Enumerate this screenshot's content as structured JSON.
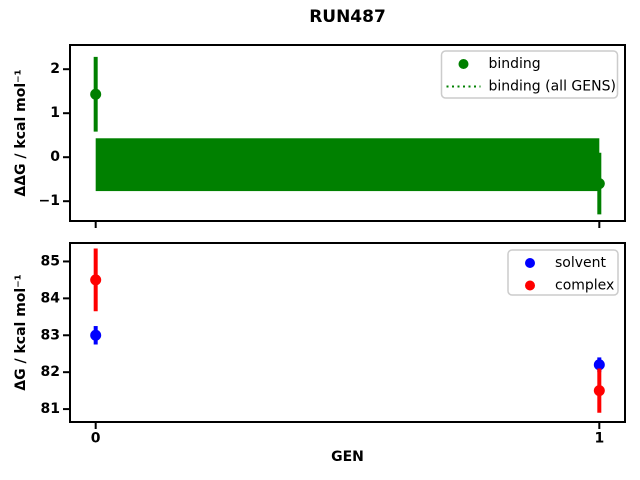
{
  "figure_title": "RUN487",
  "chart_data": [
    {
      "type": "scatter",
      "subplot": "top",
      "title": "RUN487",
      "xlabel": "",
      "ylabel": "ΔΔG / kcal mol⁻¹",
      "xlim": [
        -0.051,
        1.051
      ],
      "ylim": [
        -1.45,
        2.55
      ],
      "grid": false,
      "xticks": [
        0,
        1
      ],
      "xticklabels": [
        "0",
        "1"
      ],
      "xticklabels_visible": false,
      "yticks": [
        -1,
        0,
        1,
        2
      ],
      "yticklabels": [
        "−1",
        "0",
        "1",
        "2"
      ],
      "series": [
        {
          "name": "binding (all GENS)",
          "style": "band",
          "color": "#008000",
          "line_style": "dotted",
          "x_range": [
            0,
            1
          ],
          "y_low": -0.77,
          "y_high": 0.43,
          "y_center": -0.17
        },
        {
          "name": "binding",
          "style": "errorbar-scatter",
          "color": "#008000",
          "x": [
            0,
            1
          ],
          "y": [
            1.43,
            -0.6
          ],
          "yerr": [
            0.85,
            0.7
          ]
        }
      ],
      "legend": {
        "position": "upper right",
        "entries": [
          {
            "label": "binding",
            "marker": "dot",
            "color": "#008000"
          },
          {
            "label": "binding (all GENS)",
            "marker": "dotted-line",
            "color": "#008000"
          }
        ]
      }
    },
    {
      "type": "scatter",
      "subplot": "bottom",
      "title": "",
      "xlabel": "GEN",
      "ylabel": "ΔG / kcal mol⁻¹",
      "xlim": [
        -0.051,
        1.051
      ],
      "ylim": [
        80.65,
        85.5
      ],
      "grid": false,
      "xticks": [
        0,
        1
      ],
      "xticklabels": [
        "0",
        "1"
      ],
      "xticklabels_visible": true,
      "yticks": [
        81,
        82,
        83,
        84,
        85
      ],
      "yticklabels": [
        "81",
        "82",
        "83",
        "84",
        "85"
      ],
      "series": [
        {
          "name": "solvent",
          "style": "errorbar-scatter",
          "color": "#0000ff",
          "x": [
            0,
            1
          ],
          "y": [
            83.0,
            82.2
          ],
          "yerr": [
            0.25,
            0.2
          ]
        },
        {
          "name": "complex",
          "style": "errorbar-scatter",
          "color": "#ff0000",
          "x": [
            0,
            1
          ],
          "y": [
            84.5,
            81.5
          ],
          "yerr": [
            0.85,
            0.6
          ]
        }
      ],
      "legend": {
        "position": "upper right",
        "entries": [
          {
            "label": "solvent",
            "marker": "dot",
            "color": "#0000ff"
          },
          {
            "label": "complex",
            "marker": "dot",
            "color": "#ff0000"
          }
        ]
      }
    }
  ],
  "colors": {
    "binding": "#008000",
    "solvent": "#0000ff",
    "complex": "#ff0000",
    "axis": "#000000",
    "legend_border": "#cccccc",
    "background": "#ffffff"
  }
}
